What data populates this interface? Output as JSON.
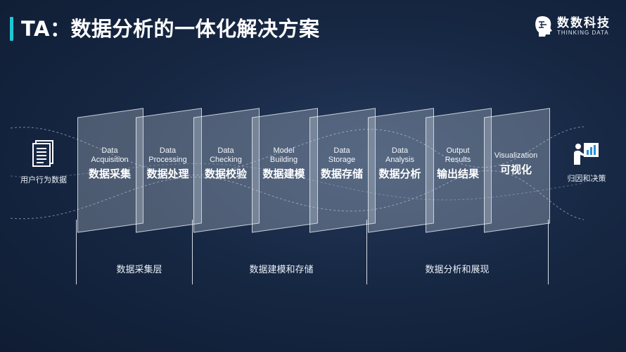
{
  "header": {
    "title": "TA：数据分析的一体化解决方案"
  },
  "logo": {
    "name": "数数科技",
    "sub": "THINKING DATA"
  },
  "left": {
    "label": "用户行为数据",
    "icon": "document-icon"
  },
  "right": {
    "label": "归因和决策",
    "icon": "presenter-chart-icon"
  },
  "stages": [
    {
      "en": "Data\nAcquisition",
      "zh": "数据采集"
    },
    {
      "en": "Data\nProcessing",
      "zh": "数据处理"
    },
    {
      "en": "Data\nChecking",
      "zh": "数据校验"
    },
    {
      "en": "Model\nBuilding",
      "zh": "数据建模"
    },
    {
      "en": "Data\nStorage",
      "zh": "数据存储"
    },
    {
      "en": "Data\nAnalysis",
      "zh": "数据分析"
    },
    {
      "en": "Output\nResults",
      "zh": "输出结果"
    },
    {
      "en": "Visualization",
      "zh": "可视化"
    }
  ],
  "groups": [
    {
      "label": "数据采集层"
    },
    {
      "label": "数据建模和存储"
    },
    {
      "label": "数据分析和展现"
    }
  ],
  "colors": {
    "accent": "#1fc7d4",
    "background": "#172844"
  }
}
